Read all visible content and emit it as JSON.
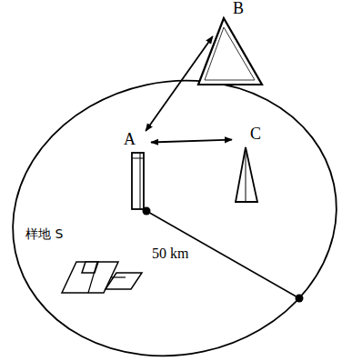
{
  "diagram": {
    "nodes": [
      {
        "text": [
          "B"
        ]
      },
      {
        "text": [
          "A"
        ]
      },
      {
        "text": [
          "C"
        ]
      },
      {
        "text": [
          "样地 S"
        ]
      }
    ],
    "edges": [
      {
        "from": 1,
        "to": 0,
        "arrow": "both"
      },
      {
        "from": 1,
        "to": 2,
        "arrow": "both"
      }
    ],
    "labels": [
      "50 km"
    ]
  }
}
